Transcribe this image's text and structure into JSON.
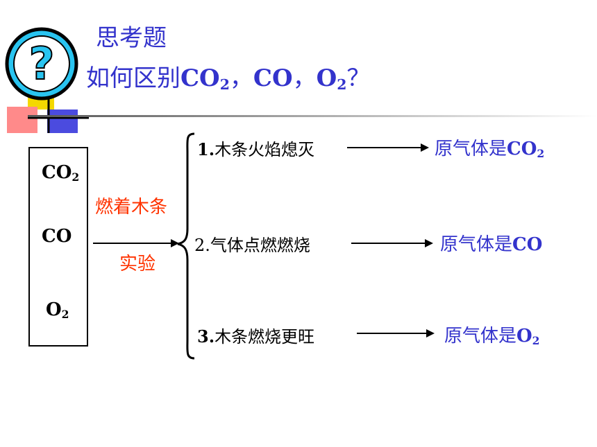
{
  "slide": {
    "heading": "思考题",
    "question": {
      "prefix": "如何区别",
      "co2_main": "CO",
      "co2_sub": "2",
      "sep1": "，",
      "co": "CO",
      "sep2": "，",
      "o2_main": "O",
      "o2_sub": "2",
      "end": "？"
    },
    "gases": [
      {
        "main": "CO",
        "sub": "2"
      },
      {
        "main": "CO",
        "sub": ""
      },
      {
        "main": "O",
        "sub": "2"
      }
    ],
    "method": {
      "line1": "燃着木条",
      "line2": "实验"
    },
    "steps": [
      {
        "num": "1.",
        "text": "木条火焰熄灭",
        "result_prefix": "原气体是",
        "result_main": "CO",
        "result_sub": "2"
      },
      {
        "num": "2.",
        "text": "气体点燃燃烧",
        "result_prefix": "原气体是",
        "result_main": "CO",
        "result_sub": ""
      },
      {
        "num": "3.",
        "text": "木条燃烧更旺",
        "result_prefix": "原气体是",
        "result_main": "O",
        "result_sub": "2"
      }
    ],
    "colors": {
      "title": "#3333cc",
      "method": "#ff3300",
      "result": "#3333cc",
      "logo_cyan": "#29c4f0",
      "logo_yellow": "#f4d800",
      "logo_red": "#ff8080",
      "logo_blue": "#2b2bd9",
      "rule_gradient": "#999999"
    },
    "icons": [
      "question-mark-logo",
      "right-arrow",
      "curly-brace"
    ]
  }
}
